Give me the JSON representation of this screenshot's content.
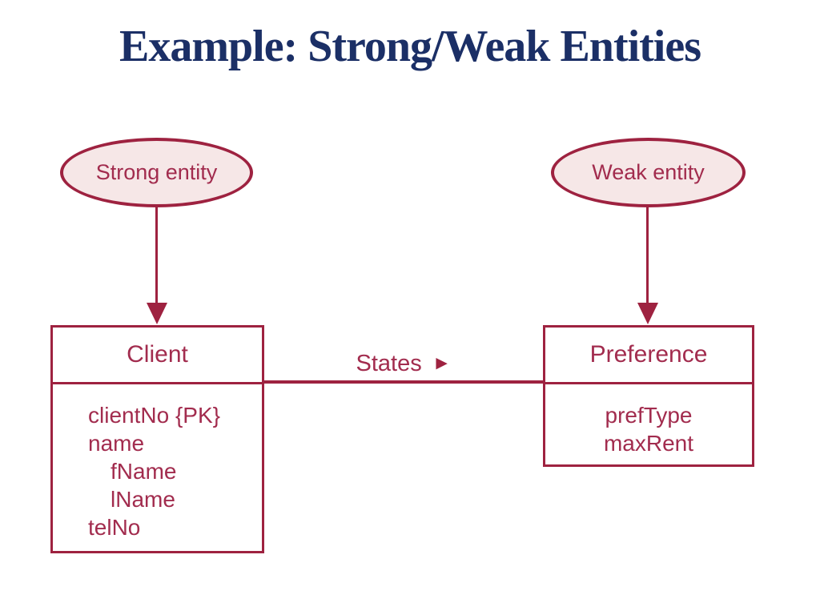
{
  "title": "Example: Strong/Weak Entities",
  "annotations": {
    "strong_entity": "Strong entity",
    "weak_entity": "Weak entity"
  },
  "relationship": {
    "name": "States",
    "direction_icon": "►"
  },
  "entities": {
    "client": {
      "name": "Client",
      "attributes": [
        {
          "label": "clientNo {PK}"
        },
        {
          "label": "name"
        },
        {
          "label": "fName"
        },
        {
          "label": "lName"
        },
        {
          "label": "telNo"
        }
      ]
    },
    "preference": {
      "name": "Preference",
      "attributes": [
        {
          "label": "prefType"
        },
        {
          "label": "maxRent"
        }
      ]
    }
  },
  "colors": {
    "diagram_accent": "#9e2240",
    "diagram_text": "#a22c4e",
    "ellipse_fill": "#f6e7e7",
    "title_text": "#1b2f66",
    "background": "#ffffff"
  }
}
